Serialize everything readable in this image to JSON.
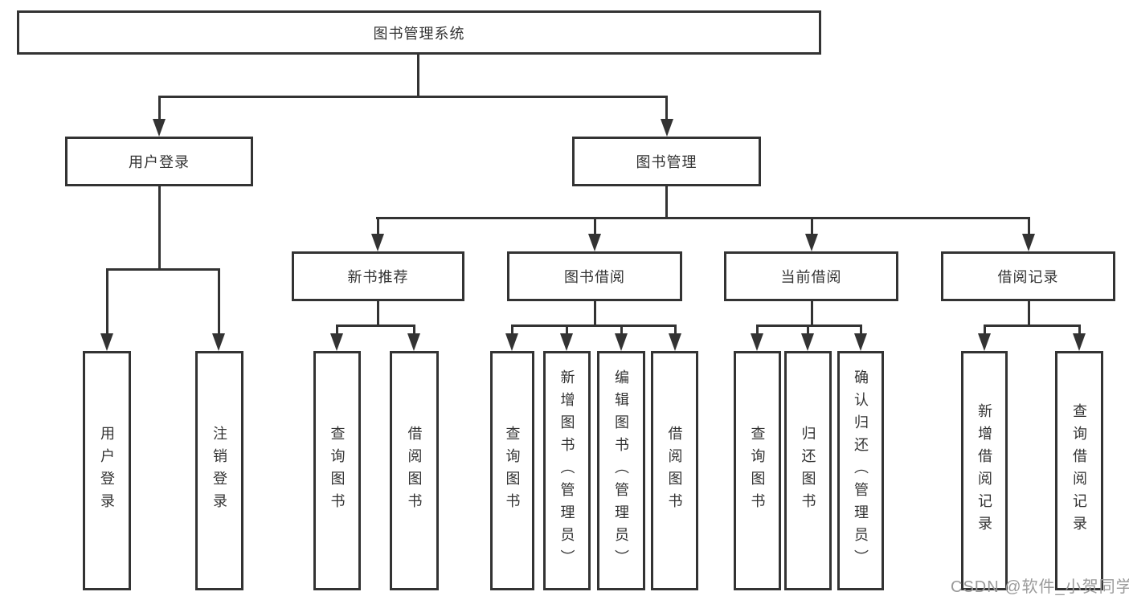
{
  "diagram": {
    "title_node": "图书管理系统",
    "level2": [
      "用户登录",
      "图书管理"
    ],
    "level3": [
      "新书推荐",
      "图书借阅",
      "当前借阅",
      "借阅记录"
    ],
    "leaves": {
      "login": [
        "用户登录",
        "注销登录"
      ],
      "newbook": [
        "查询图书",
        "借阅图书"
      ],
      "borrow": [
        "查询图书",
        "新增图书（管理员）",
        "编辑图书（管理员）",
        "借阅图书"
      ],
      "current": [
        "查询图书",
        "归还图书",
        "确认归还（管理员）"
      ],
      "records": [
        "新增借阅记录",
        "查询借阅记录"
      ]
    }
  },
  "watermark": "CSDN @软件_小贺同学",
  "colors": {
    "line": "#333333",
    "text": "#333333",
    "watermark_gray": "#9a9a9a",
    "background": "#ffffff"
  }
}
